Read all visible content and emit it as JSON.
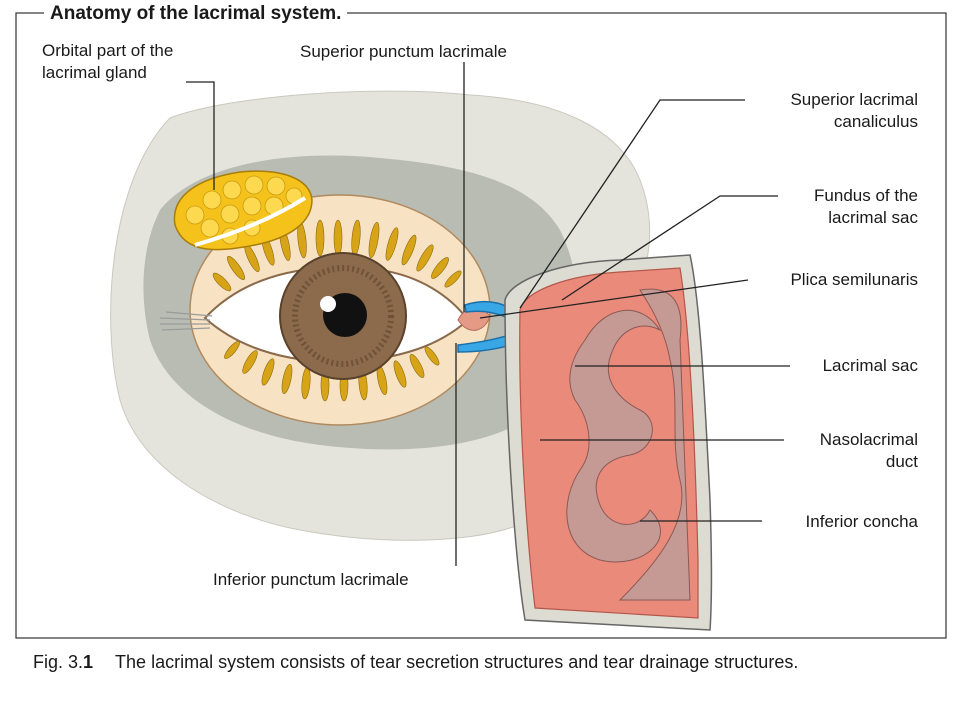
{
  "figure": {
    "title": "Anatomy of the lacrimal system.",
    "labels": {
      "orbital_gland_l1": "Orbital part of the",
      "orbital_gland_l2": "lacrimal gland",
      "superior_punctum": "Superior punctum lacrimale",
      "superior_canaliculus_l1": "Superior lacrimal",
      "superior_canaliculus_l2": "canaliculus",
      "fundus_l1": "Fundus of the",
      "fundus_l2": "lacrimal sac",
      "plica": "Plica semilunaris",
      "lacrimal_sac": "Lacrimal sac",
      "nasolacrimal_l1": "Nasolacrimal",
      "nasolacrimal_l2": "duct",
      "inferior_concha": "Inferior concha",
      "inferior_punctum": "Inferior punctum lacrimale"
    },
    "caption": {
      "fig_prefix": "Fig. 3.",
      "fig_number": "1",
      "text": "The lacrimal system consists of tear secretion structures and tear drainage structures."
    }
  },
  "colors": {
    "skull": "#e4e4dc",
    "orbit": "#b9bcb3",
    "eyeball": "#f7e2c4",
    "gland": "#f5c21b",
    "duct": "#39a7e6",
    "mucosa": "#ea8a7a",
    "concha": "#c59a95",
    "iris": "#8b6b4c",
    "leader": "#222222"
  }
}
